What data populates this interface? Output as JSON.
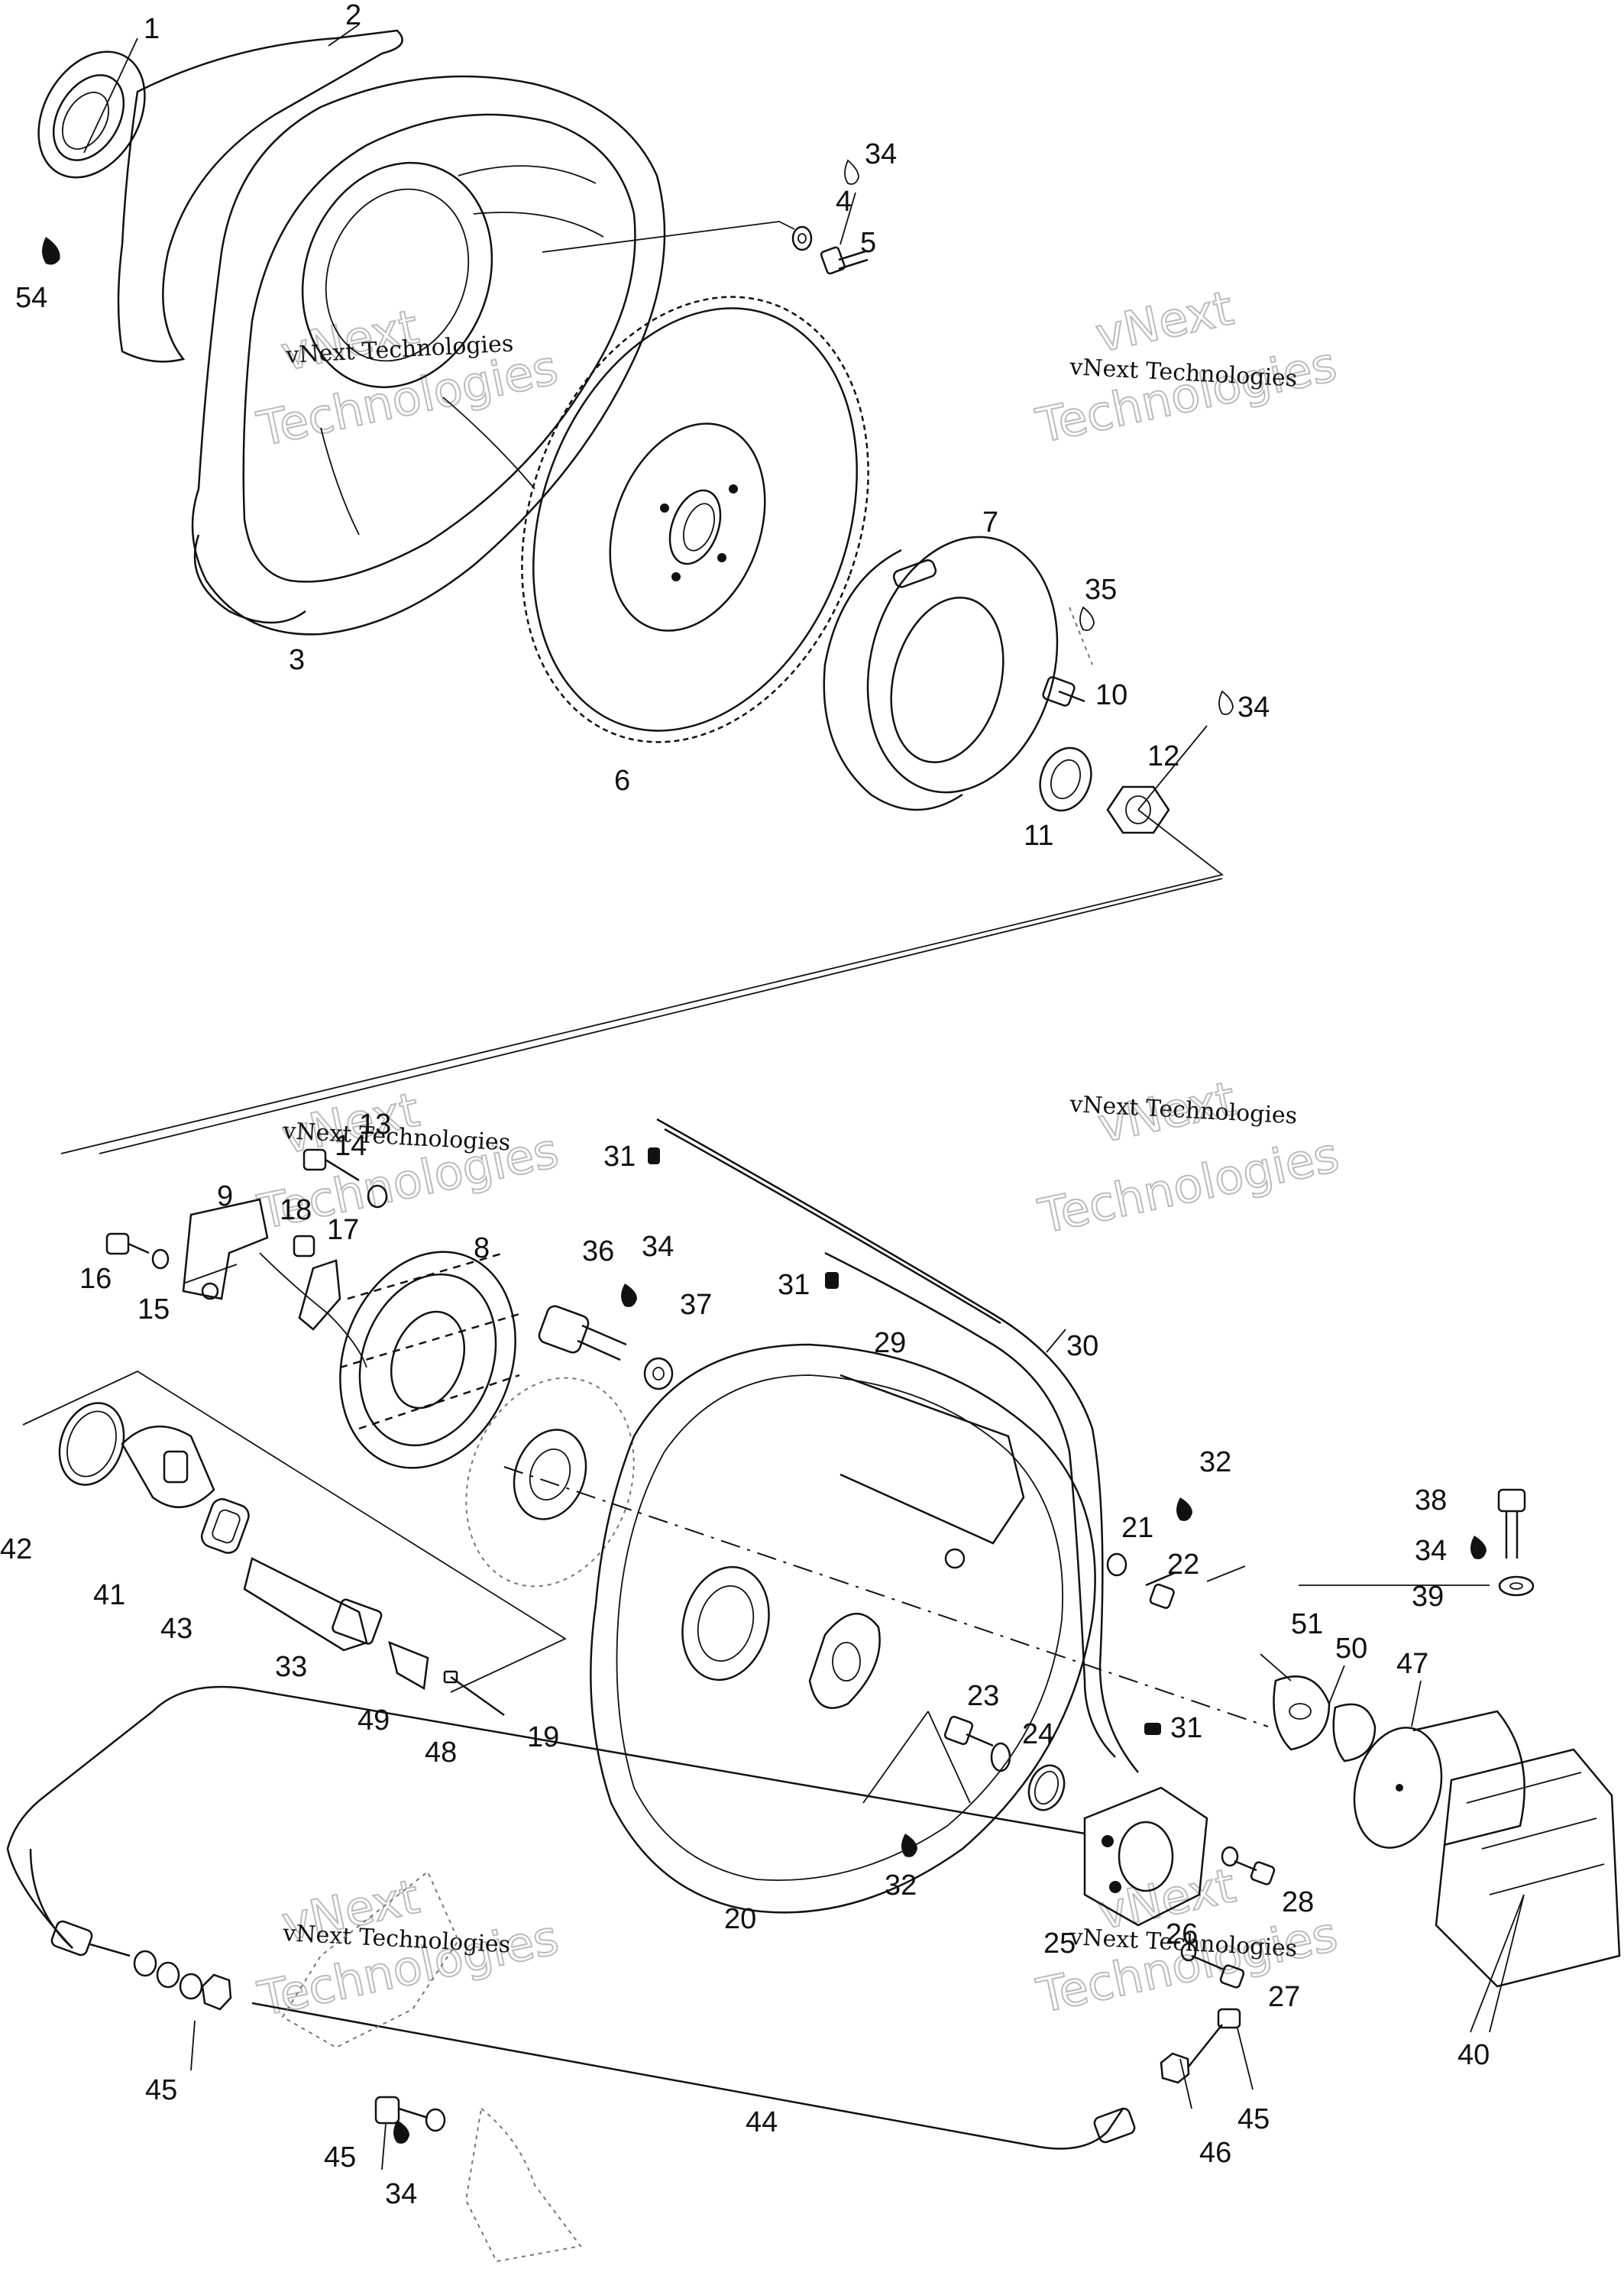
{
  "watermark": {
    "line1": "vNext",
    "line2": "Technologies",
    "caption": "vNext Technologies"
  },
  "callouts": [
    {
      "id": "c1",
      "text": "1"
    },
    {
      "id": "c2",
      "text": "2"
    },
    {
      "id": "c3",
      "text": "3"
    },
    {
      "id": "c4",
      "text": "4"
    },
    {
      "id": "c5",
      "text": "5"
    },
    {
      "id": "c6",
      "text": "6"
    },
    {
      "id": "c7",
      "text": "7"
    },
    {
      "id": "c8",
      "text": "8"
    },
    {
      "id": "c9",
      "text": "9"
    },
    {
      "id": "c10",
      "text": "10"
    },
    {
      "id": "c11",
      "text": "11"
    },
    {
      "id": "c12",
      "text": "12"
    },
    {
      "id": "c13",
      "text": "13"
    },
    {
      "id": "c14",
      "text": "14"
    },
    {
      "id": "c15",
      "text": "15"
    },
    {
      "id": "c16",
      "text": "16"
    },
    {
      "id": "c17",
      "text": "17"
    },
    {
      "id": "c18",
      "text": "18"
    },
    {
      "id": "c19",
      "text": "19"
    },
    {
      "id": "c20",
      "text": "20"
    },
    {
      "id": "c21",
      "text": "21"
    },
    {
      "id": "c22",
      "text": "22"
    },
    {
      "id": "c23",
      "text": "23"
    },
    {
      "id": "c24",
      "text": "24"
    },
    {
      "id": "c25",
      "text": "25"
    },
    {
      "id": "c26",
      "text": "26"
    },
    {
      "id": "c27",
      "text": "27"
    },
    {
      "id": "c28",
      "text": "28"
    },
    {
      "id": "c29",
      "text": "29"
    },
    {
      "id": "c30",
      "text": "30"
    },
    {
      "id": "c31a",
      "text": "31"
    },
    {
      "id": "c31b",
      "text": "31"
    },
    {
      "id": "c31c",
      "text": "31"
    },
    {
      "id": "c32a",
      "text": "32"
    },
    {
      "id": "c32b",
      "text": "32"
    },
    {
      "id": "c33",
      "text": "33"
    },
    {
      "id": "c34a",
      "text": "34"
    },
    {
      "id": "c34b",
      "text": "34"
    },
    {
      "id": "c34c",
      "text": "34"
    },
    {
      "id": "c34d",
      "text": "34"
    },
    {
      "id": "c34e",
      "text": "34"
    },
    {
      "id": "c35",
      "text": "35"
    },
    {
      "id": "c36",
      "text": "36"
    },
    {
      "id": "c37",
      "text": "37"
    },
    {
      "id": "c38",
      "text": "38"
    },
    {
      "id": "c39",
      "text": "39"
    },
    {
      "id": "c40",
      "text": "40"
    },
    {
      "id": "c41",
      "text": "41"
    },
    {
      "id": "c42",
      "text": "42"
    },
    {
      "id": "c43",
      "text": "43"
    },
    {
      "id": "c44",
      "text": "44"
    },
    {
      "id": "c45a",
      "text": "45"
    },
    {
      "id": "c45b",
      "text": "45"
    },
    {
      "id": "c45c",
      "text": "45"
    },
    {
      "id": "c46",
      "text": "46"
    },
    {
      "id": "c47",
      "text": "47"
    },
    {
      "id": "c48",
      "text": "48"
    },
    {
      "id": "c49",
      "text": "49"
    },
    {
      "id": "c50",
      "text": "50"
    },
    {
      "id": "c51",
      "text": "51"
    },
    {
      "id": "c54",
      "text": "54"
    }
  ]
}
